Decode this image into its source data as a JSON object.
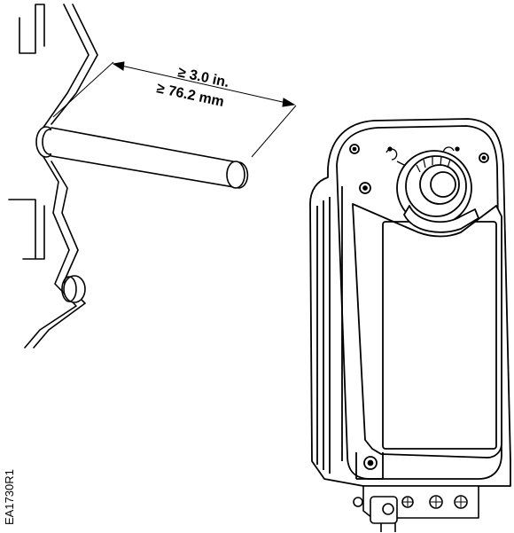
{
  "dimension": {
    "imperial": "≥ 3.0 in.",
    "metric": "≥ 76.2 mm"
  },
  "drawing_code": "EA1730R1",
  "colors": {
    "line": "#000000",
    "fill": "#ffffff"
  }
}
